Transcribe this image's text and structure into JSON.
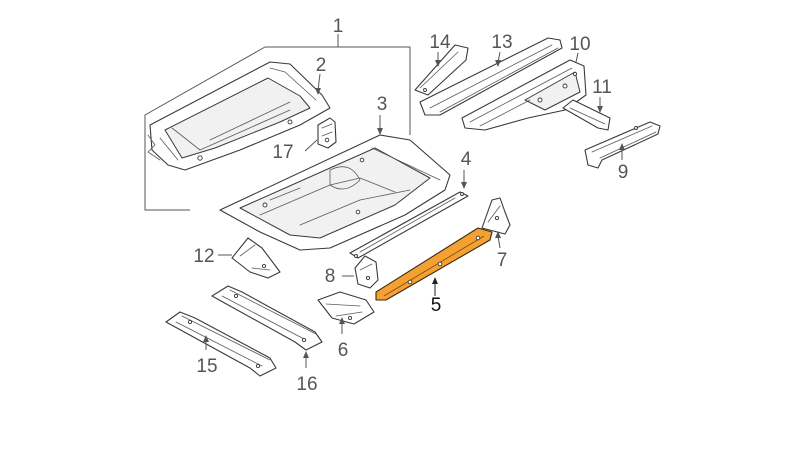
{
  "diagram": {
    "highlight_color": "#f5a033",
    "line_color": "#3a3a3a",
    "callout_color": "#555555",
    "active_callout_color": "#111111",
    "highlighted_part": "5",
    "callouts": {
      "c1": "1",
      "c2": "2",
      "c3": "3",
      "c4": "4",
      "c5": "5",
      "c6": "6",
      "c7": "7",
      "c8": "8",
      "c9": "9",
      "c10": "10",
      "c11": "11",
      "c12": "12",
      "c13": "13",
      "c14": "14",
      "c15": "15",
      "c16": "16",
      "c17": "17"
    }
  }
}
